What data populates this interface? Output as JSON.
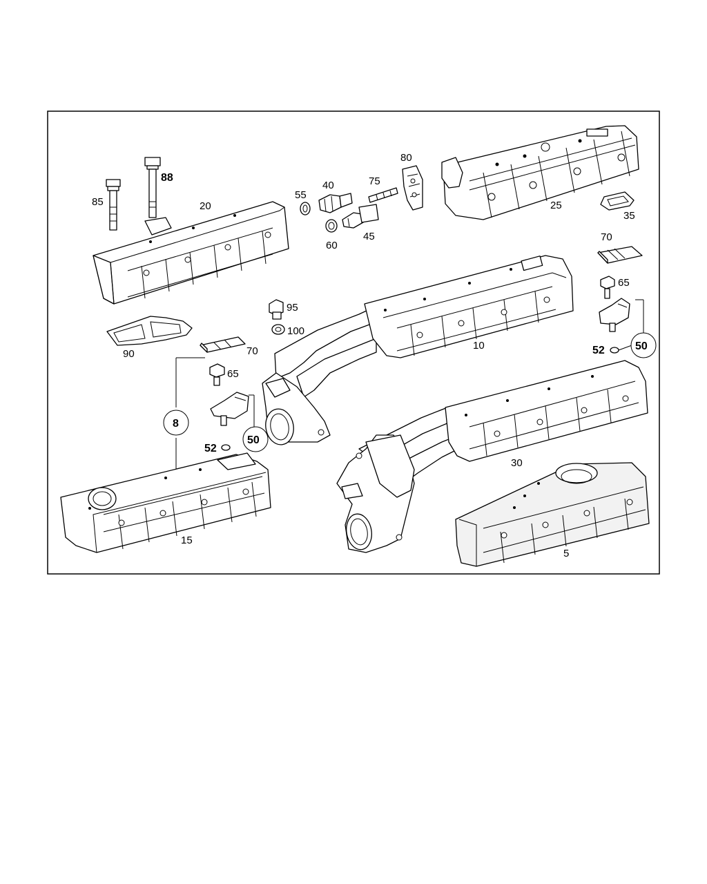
{
  "callouts": {
    "c85": "85",
    "c88": "88",
    "c20": "20",
    "c55": "55",
    "c40": "40",
    "c75": "75",
    "c80": "80",
    "c25": "25",
    "c35": "35",
    "c60": "60",
    "c45": "45",
    "c70a": "70",
    "c65a": "65",
    "c95": "95",
    "c100": "100",
    "c10": "10",
    "c52a": "52",
    "c50a": "50",
    "c90": "90",
    "c70b": "70",
    "c65b": "65",
    "c8": "8",
    "c52b": "52",
    "c50b": "50",
    "c30": "30",
    "c15": "15",
    "c5": "5"
  }
}
